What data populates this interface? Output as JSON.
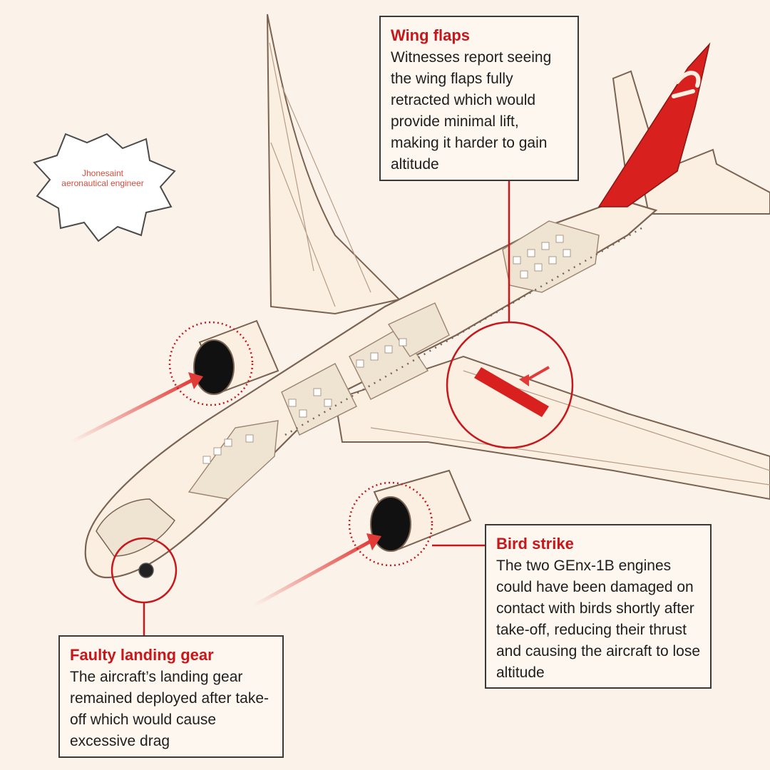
{
  "callouts": {
    "wing_flaps": {
      "title": "Wing flaps",
      "body": "Witnesses report seeing the wing flaps fully retracted which would provide minimal lift, making it harder to gain altitude"
    },
    "bird_strike": {
      "title": "Bird strike",
      "body": "The two GEnx-1B engines could have been damaged on contact with birds shortly after take-off, reducing their thrust and causing the aircraft to lose altitude"
    },
    "landing_gear": {
      "title": "Faulty landing gear",
      "body": "The aircraft’s landing gear remained deployed after take-off which would cause excessive drag"
    }
  },
  "watermark": {
    "line1": "Jhonesaint",
    "line2": "aeronautical engineer"
  },
  "colors": {
    "accent_red": "#d8201f",
    "outline": "#7a6352",
    "fuselage": "#fbefe2",
    "seat": "#efe3d2",
    "background": "#fbf3ea"
  }
}
